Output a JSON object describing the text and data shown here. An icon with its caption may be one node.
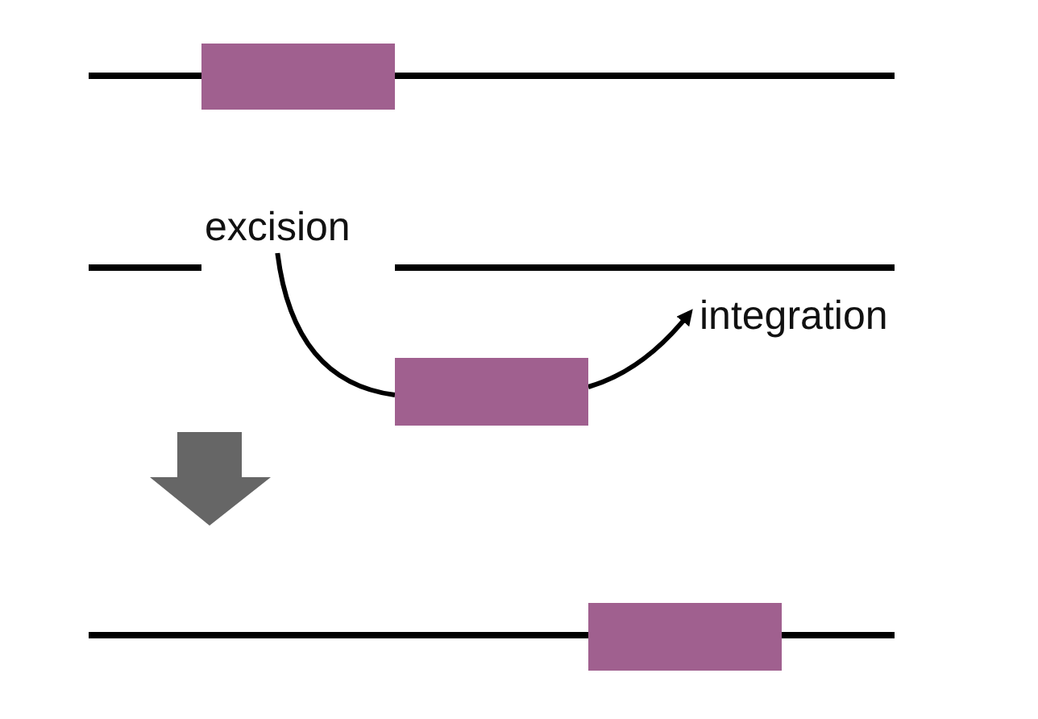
{
  "diagram": {
    "nodes": [
      {
        "text": [],
        "shape": "bar"
      },
      {
        "text": [
          "excision"
        ]
      },
      {
        "text": [],
        "shape": "bar"
      },
      {
        "text": [
          "integration"
        ]
      },
      {
        "text": [],
        "shape": "bar"
      }
    ],
    "edges": [
      {
        "from": 1,
        "to": 2,
        "arrow": "none"
      },
      {
        "from": 2,
        "to": 3,
        "arrow": "to"
      }
    ]
  }
}
